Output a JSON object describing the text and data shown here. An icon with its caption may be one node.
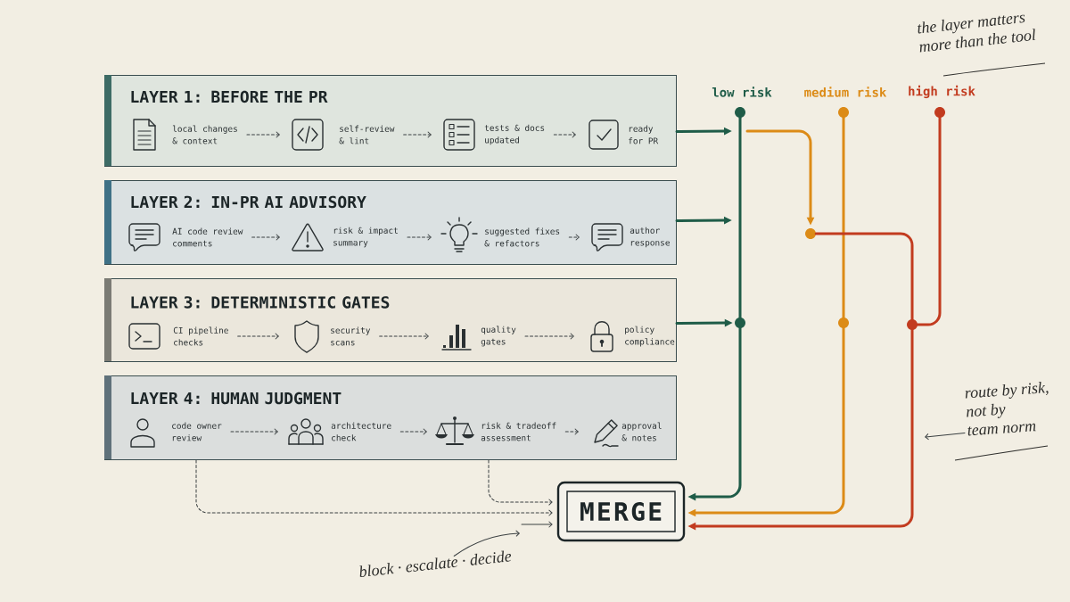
{
  "diagram": {
    "nodes": [
      {
        "text": [
          "LAYER 1: BEFORE THE PR"
        ]
      },
      {
        "text": [
          "local changes & context"
        ],
        "in": 0
      },
      {
        "text": [
          "self-review & lint"
        ],
        "in": 0
      },
      {
        "text": [
          "tests & docs updated"
        ],
        "in": 0
      },
      {
        "text": [
          "ready for PR"
        ],
        "in": 0
      },
      {
        "text": [
          "LAYER 2: IN-PR AI ADVISORY"
        ]
      },
      {
        "text": [
          "AI code review comments"
        ],
        "in": 5
      },
      {
        "text": [
          "risk & impact summary"
        ],
        "in": 5
      },
      {
        "text": [
          "suggested fixes & refactors"
        ],
        "in": 5
      },
      {
        "text": [
          "author response"
        ],
        "in": 5
      },
      {
        "text": [
          "LAYER 3: DETERMINISTIC GATES"
        ]
      },
      {
        "text": [
          "CI pipeline checks"
        ],
        "in": 10
      },
      {
        "text": [
          "security scans"
        ],
        "in": 10
      },
      {
        "text": [
          "quality gates"
        ],
        "in": 10
      },
      {
        "text": [
          "policy compliance"
        ],
        "in": 10
      },
      {
        "text": [
          "LAYER 4: HUMAN JUDGMENT"
        ]
      },
      {
        "text": [
          "code owner review"
        ],
        "in": 15
      },
      {
        "text": [
          "architecture check"
        ],
        "in": 15
      },
      {
        "text": [
          "risk & tradeoff assessment"
        ],
        "in": 15
      },
      {
        "text": [
          "approval & notes"
        ],
        "in": 15
      },
      {
        "text": [
          "MERGE"
        ]
      },
      {
        "text": [],
        "shape": "circle",
        "beside": [
          "low risk"
        ]
      },
      {
        "text": [],
        "shape": "circle",
        "beside": [
          "medium risk"
        ]
      },
      {
        "text": [],
        "shape": "circle",
        "beside": [
          "high risk"
        ]
      },
      {
        "text": [],
        "shape": "circle"
      },
      {
        "text": [],
        "shape": "circle"
      },
      {
        "text": [],
        "shape": "circle"
      },
      {
        "text": [],
        "shape": "circle"
      },
      {
        "text": [
          "block · escalate · decide"
        ]
      },
      {
        "text": [
          "route by risk, not by team norm"
        ]
      }
    ],
    "edges": [
      {
        "from": 1,
        "to": 2,
        "arrow": "to",
        "style": "dashed"
      },
      {
        "from": 2,
        "to": 3,
        "arrow": "to",
        "style": "dashed"
      },
      {
        "from": 3,
        "to": 4,
        "arrow": "to",
        "style": "dashed"
      },
      {
        "from": 6,
        "to": 7,
        "arrow": "to",
        "style": "dashed"
      },
      {
        "from": 7,
        "to": 8,
        "arrow": "to",
        "style": "dashed"
      },
      {
        "from": 8,
        "to": 9,
        "arrow": "to",
        "style": "dashed"
      },
      {
        "from": 11,
        "to": 12,
        "arrow": "to",
        "style": "dashed"
      },
      {
        "from": 12,
        "to": 13,
        "arrow": "to",
        "style": "dashed"
      },
      {
        "from": 13,
        "to": 14,
        "arrow": "to",
        "style": "dashed"
      },
      {
        "from": 16,
        "to": 17,
        "arrow": "to",
        "style": "dashed"
      },
      {
        "from": 17,
        "to": 18,
        "arrow": "to",
        "style": "dashed"
      },
      {
        "from": 18,
        "to": 19,
        "arrow": "to",
        "style": "dashed"
      },
      {
        "from": 0,
        "to": null,
        "arrow": "to",
        "style": "thick",
        "color": "#1f5c48"
      },
      {
        "from": 5,
        "to": null,
        "arrow": "to",
        "style": "thick",
        "color": "#1f5c48"
      },
      {
        "from": 10,
        "to": 25,
        "arrow": "to",
        "style": "thick",
        "color": "#1f5c48"
      },
      {
        "from": null,
        "to": 24,
        "arrow": "to",
        "style": "thick",
        "color": "#dc8b17"
      },
      {
        "from": 21,
        "to": 25,
        "arrow": "none",
        "style": "thick",
        "color": "#1f5c48"
      },
      {
        "from": 25,
        "to": 20,
        "arrow": "to",
        "style": "thick",
        "color": "#1f5c48"
      },
      {
        "from": 22,
        "to": 26,
        "arrow": "none",
        "style": "thick",
        "color": "#dc8b17"
      },
      {
        "from": 26,
        "to": 20,
        "arrow": "to",
        "style": "thick",
        "color": "#dc8b17"
      },
      {
        "from": 24,
        "to": 27,
        "arrow": "none",
        "style": "thick",
        "color": "#c23b1f"
      },
      {
        "from": 23,
        "to": 27,
        "arrow": "none",
        "style": "thick",
        "color": "#c23b1f"
      },
      {
        "from": 27,
        "to": 20,
        "arrow": "to",
        "style": "thick",
        "color": "#c23b1f"
      },
      {
        "from": 15,
        "to": 20,
        "arrow": "to",
        "style": "dashed"
      },
      {
        "from": 15,
        "to": 20,
        "arrow": "to",
        "style": "dashed"
      },
      {
        "from": null,
        "to": 20,
        "arrow": "to"
      },
      {
        "from": 28,
        "to": null,
        "arrow": "to"
      },
      {
        "from": 29,
        "to": null,
        "arrow": "to"
      }
    ],
    "labels": [
      "the layer matters more than the tool"
    ]
  }
}
